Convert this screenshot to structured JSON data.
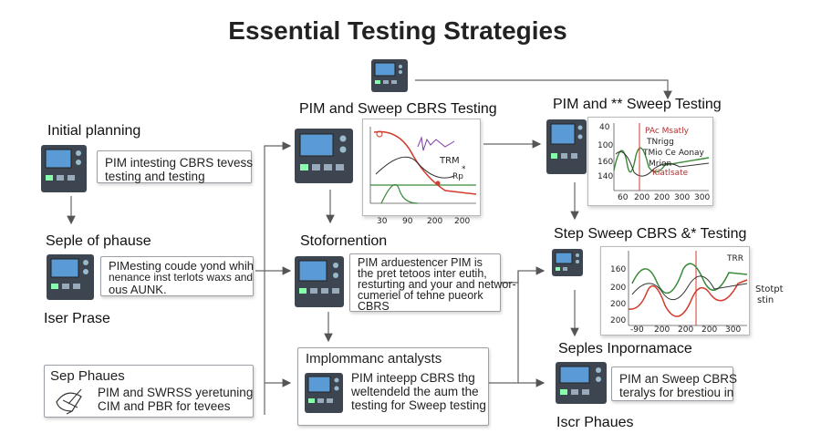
{
  "title": "Essential Testing Strategies",
  "colors": {
    "device_body": "#3d4650",
    "device_screen": "#5b9bd5",
    "arrow": "#555555",
    "chart_red": "#d23c2c",
    "chart_green": "#3a8a3a"
  },
  "left": {
    "initial_heading": "Initial planning",
    "initial_box": [
      "PIM intesting CBRS tevess",
      "testing and testing"
    ],
    "seple_heading": "Seple of phause",
    "seple_box": [
      "PIMesting coude yond whih",
      "nenance inst terlots waxs and",
      "ous AUNK."
    ],
    "iser_heading": "Iser Prase",
    "sep_heading": "Sep Phaues",
    "sep_box": [
      "PIM and SWRSS yeretuning",
      "CIM and PBR for tevees"
    ]
  },
  "middle": {
    "sweep_heading": "PIM and Sweep CBRS Testing",
    "chart1": {
      "labels": [
        "TRM",
        "Rp",
        "*"
      ],
      "ticks": [
        "30",
        "90",
        "200",
        "200"
      ]
    },
    "stof_heading": "Stofornention",
    "stof_box": [
      "PIM arduestencer PIM is",
      "the pret tetoos inter eutih,",
      "resturting and your and networ-",
      "cumeriel of tehne pueork",
      "CBRS"
    ],
    "impl_heading": "Implommanc antalysts",
    "impl_box": [
      "PIM inteepp CBRS thg",
      "weltendeld the aum the",
      "testing for Sweep testing"
    ]
  },
  "right": {
    "top_heading": "PIM and ** Sweep Testing",
    "chart2": {
      "legend": [
        "PAc Msatly",
        "TNrigg",
        "TMio Ce Aonay",
        "Mrion",
        "Kiatlsate"
      ],
      "yticks": [
        "40",
        "100",
        "160",
        "140"
      ],
      "xticks": [
        "60",
        "200",
        "200",
        "300",
        "300"
      ]
    },
    "step_heading": "Step Sweep CBRS &* Testing",
    "chart3": {
      "yticks": [
        "160",
        "200",
        "200",
        "200"
      ],
      "xticks": [
        "-90",
        "200",
        "200",
        "200",
        "300"
      ],
      "corner": "TRR",
      "side": [
        "Stotpt",
        "stin"
      ]
    },
    "seples_heading": "Seples Inpornamace",
    "seples_box": [
      "PIM an Sweep CBRS",
      "teralys for brestiou in"
    ],
    "iscr_heading": "Iscr Phaues"
  }
}
